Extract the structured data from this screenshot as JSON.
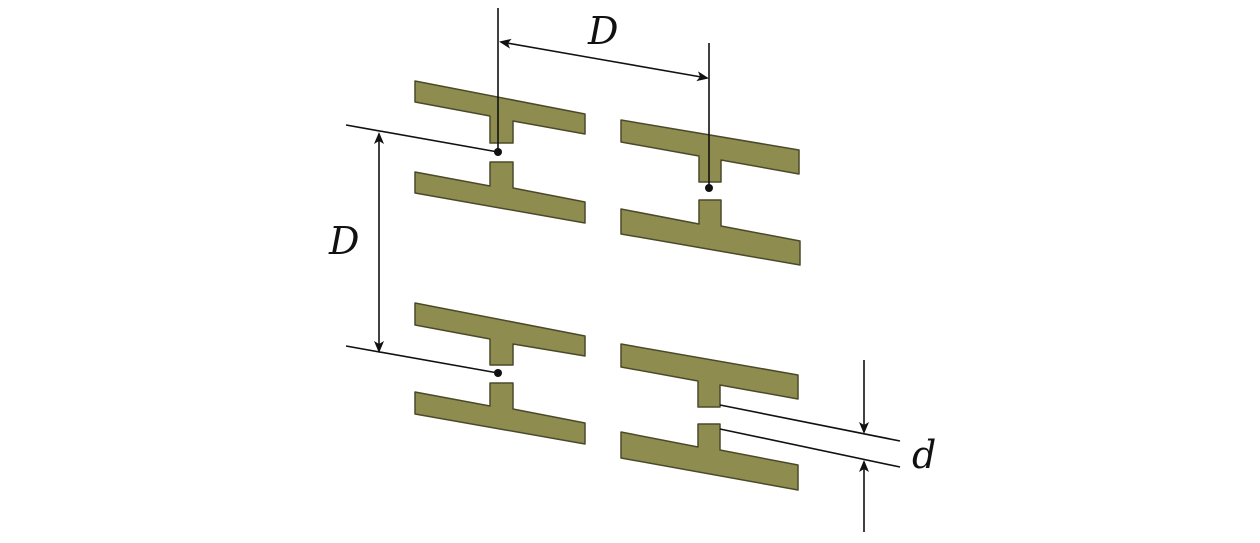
{
  "diagram": {
    "labels": {
      "horizontal_spacing": "D",
      "vertical_spacing": "D",
      "gap": "d"
    },
    "colors": {
      "plate_fill": "#8f8c4f",
      "plate_edge": "#4a4a2a",
      "line": "#111111"
    },
    "elements": [
      {
        "row": 1,
        "column": 1,
        "kind": "dipole-pair"
      },
      {
        "row": 1,
        "column": 2,
        "kind": "dipole-pair"
      },
      {
        "row": 2,
        "column": 1,
        "kind": "dipole-pair"
      },
      {
        "row": 2,
        "column": 2,
        "kind": "dipole-pair"
      }
    ]
  }
}
